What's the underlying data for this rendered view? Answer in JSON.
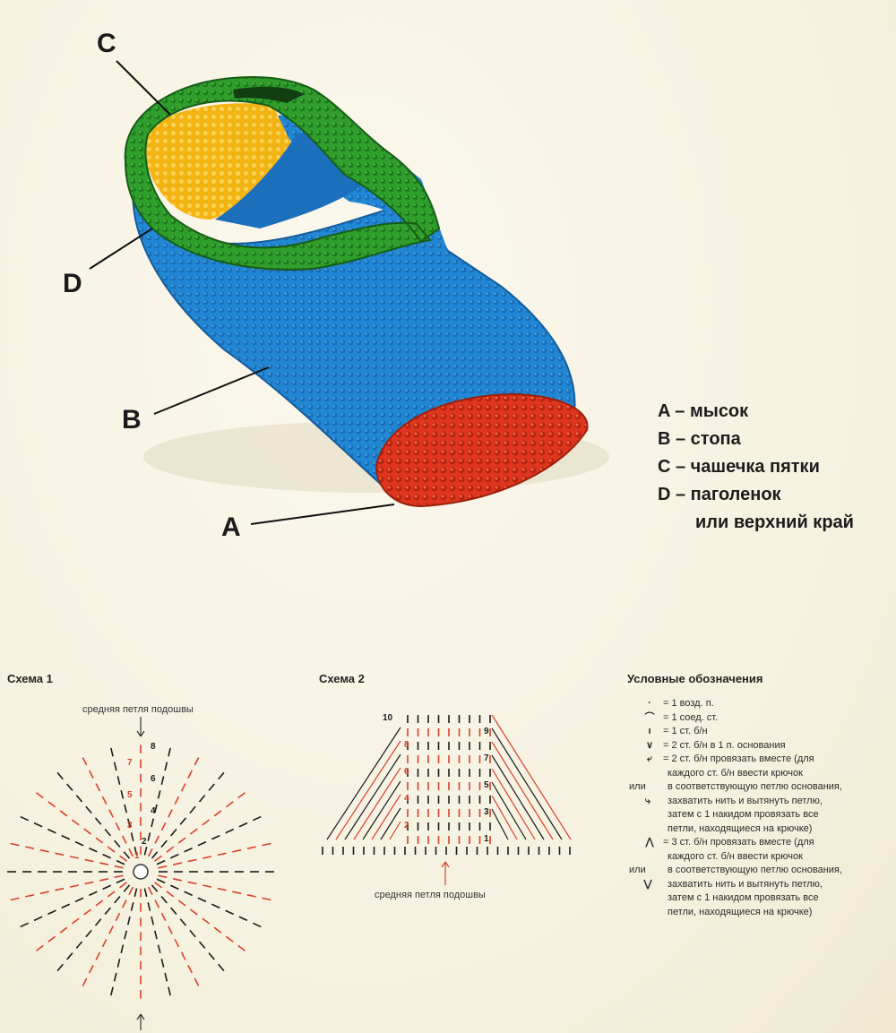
{
  "labels": {
    "a": "A",
    "b": "B",
    "c": "C",
    "d": "D"
  },
  "parts_legend": [
    "A – мысок",
    "B – стопа",
    "C – чашечка пятки",
    "D – паголенок",
    "или верхний край"
  ],
  "scheme1": {
    "title": "Схема 1",
    "caption": "средняя петля подошвы",
    "row_numbers": [
      "8",
      "7",
      "6",
      "5",
      "4",
      "3",
      "2",
      "1"
    ]
  },
  "scheme2": {
    "title": "Схема 2",
    "caption": "средняя петля подошвы",
    "row_numbers": [
      "10",
      "9",
      "8",
      "7",
      "6",
      "5",
      "4",
      "3",
      "2",
      "1"
    ]
  },
  "symbols": {
    "title": "Условные обозначения",
    "items": [
      "= 1 возд. п.",
      "= 1 соед. ст.",
      "= 1 ст. б/н",
      "= 2 ст. б/н в 1 п. основания",
      "= 2 ст. б/н провязать вместе (для",
      "каждого ст. б/н ввести крючок",
      "в соответствующую петлю основания,",
      "захватить нить и вытянуть петлю,",
      "затем с 1 накидом провязать все",
      "петли, находящиеся на крючке)",
      "= 3 ст. б/н провязать вместе (для",
      "каждого ст. б/н ввести крючок",
      "в соответствующую петлю основания,",
      "захватить нить и вытянуть петлю,",
      "затем с 1 накидом провязать все",
      "петли, находящиеся на крючке)"
    ],
    "or_label": "или"
  },
  "colors": {
    "red": "#d9412a",
    "blue": "#1f86d4",
    "green": "#2e9a2e",
    "yellow": "#f2b51a",
    "ink": "#1a1a1a"
  }
}
